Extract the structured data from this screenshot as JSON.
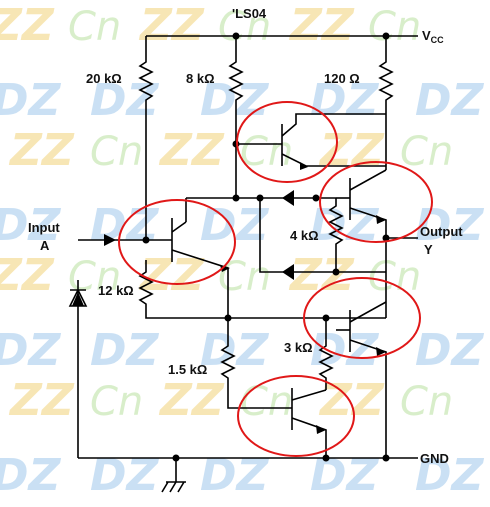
{
  "part_number": "'LS04",
  "labels": {
    "vcc_main": "V",
    "vcc_sub": "CC",
    "input_line1": "Input",
    "input_line2": "A",
    "output_line1": "Output",
    "output_line2": "Y",
    "gnd": "GND"
  },
  "resistors": {
    "r1": "20 kΩ",
    "r2": "8 kΩ",
    "r3": "120 Ω",
    "r4": "4 kΩ",
    "r5": "12 kΩ",
    "r6": "1.5 kΩ",
    "r7": "3 kΩ"
  },
  "watermark": {
    "dz": "DZ",
    "zz": "ZZ",
    "cn": "Cn"
  },
  "colors": {
    "wire": "#000000",
    "highlight_ring": "#e01818",
    "watermark_blue": "#9fc8ec",
    "watermark_yellow": "#f2d27a",
    "watermark_green": "#bfe3a8"
  }
}
